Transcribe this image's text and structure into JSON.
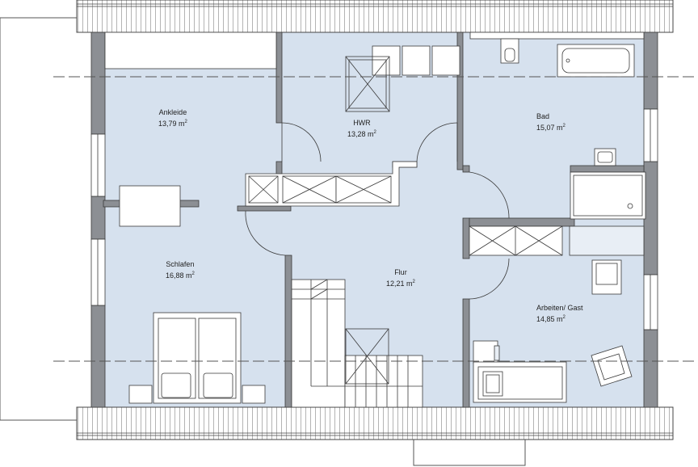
{
  "rooms": {
    "ankleide": {
      "name": "Ankleide",
      "area": "13,79 m",
      "unit_sup": "2"
    },
    "hwr": {
      "name": "HWR",
      "area": "13,28 m",
      "unit_sup": "2"
    },
    "bad": {
      "name": "Bad",
      "area": "15,07 m",
      "unit_sup": "2"
    },
    "schlafen": {
      "name": "Schlafen",
      "area": "16,88 m",
      "unit_sup": "2"
    },
    "flur": {
      "name": "Flur",
      "area": "12,21 m",
      "unit_sup": "2"
    },
    "arbeiten": {
      "name": "Arbeiten/ Gast",
      "area": "14,85 m",
      "unit_sup": "2"
    }
  },
  "colors": {
    "floor": "#d6e1ee",
    "wall": "#8c8f94",
    "line": "#3a3a3a",
    "dash": "#555555",
    "roof_fill": "#ffffff"
  }
}
